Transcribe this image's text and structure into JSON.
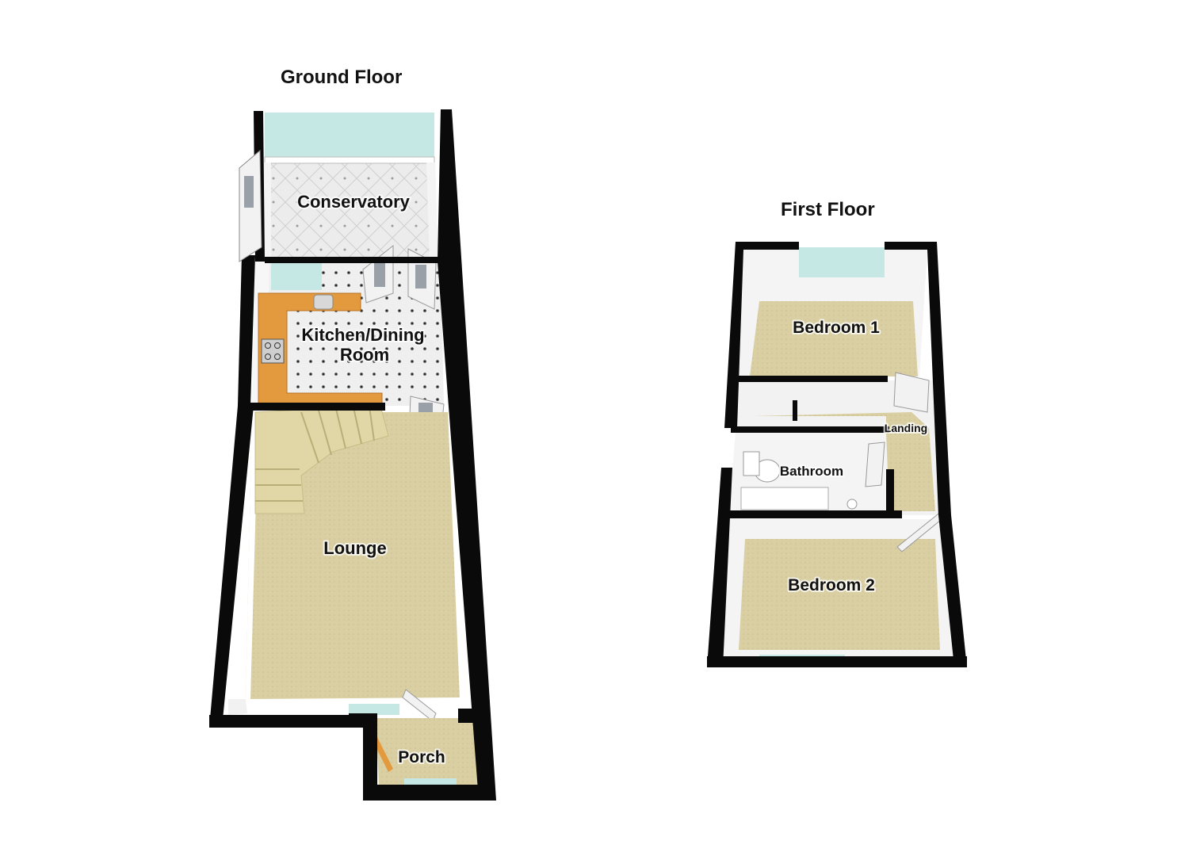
{
  "floors": {
    "ground": {
      "title": "Ground Floor",
      "rooms": {
        "conservatory": "Conservatory",
        "kitchen_line1": "Kitchen/Dining",
        "kitchen_line2": "Room",
        "lounge": "Lounge",
        "porch": "Porch"
      }
    },
    "first": {
      "title": "First Floor",
      "rooms": {
        "bedroom1": "Bedroom 1",
        "landing": "Landing",
        "bathroom": "Bathroom",
        "bedroom2": "Bedroom 2"
      }
    }
  },
  "colors": {
    "wall": "#0a0a0a",
    "carpet": "#d8cfa4",
    "tile": "#e6e6e6",
    "worktop": "#e0953a",
    "glass": "#bfe3e0"
  }
}
